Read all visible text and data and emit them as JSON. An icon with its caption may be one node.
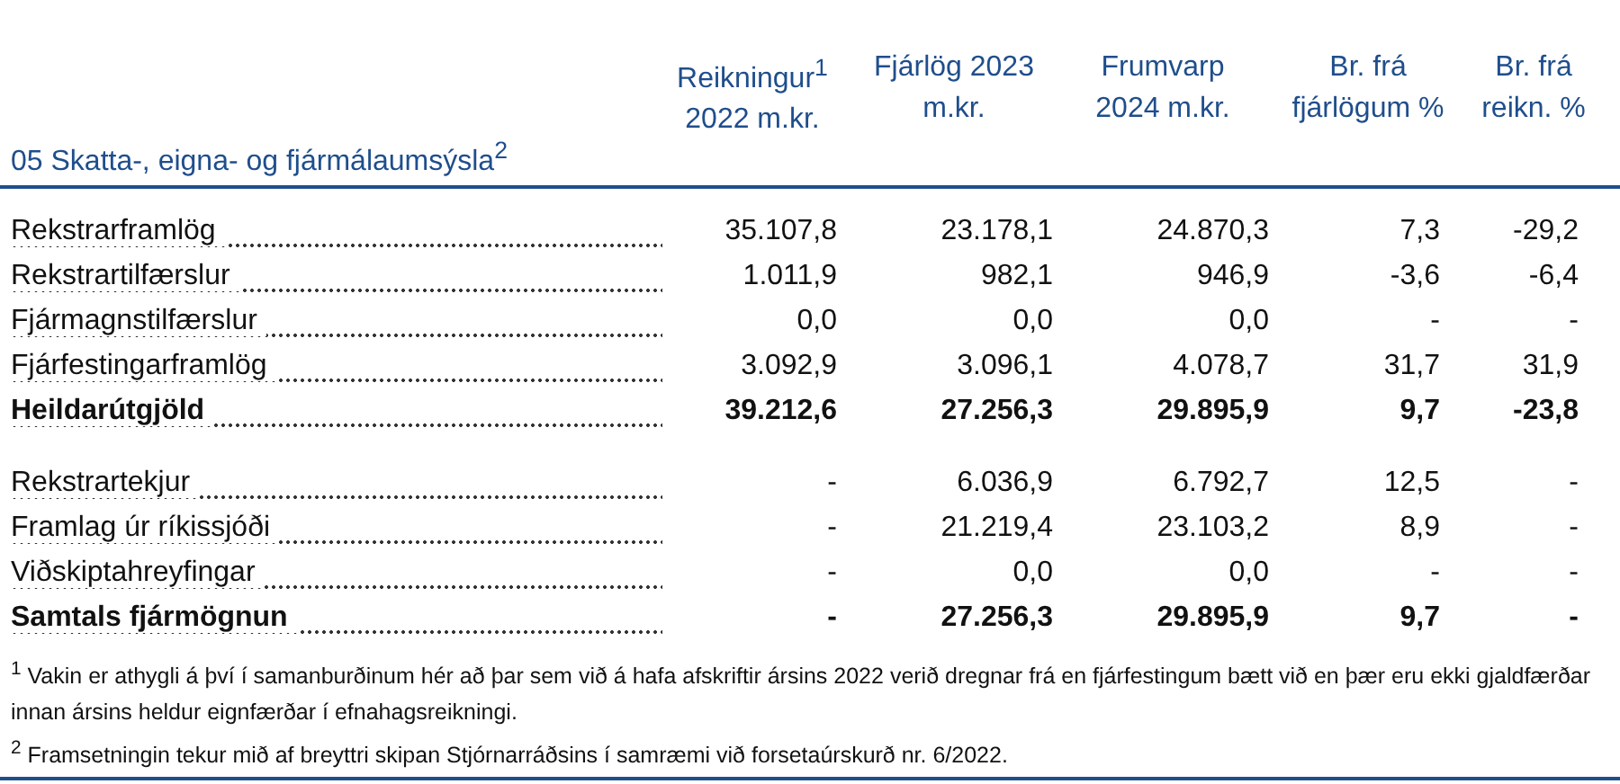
{
  "diagram": {
    "labels": [
      "05 Skatta-, eigna- og fjármálaumsýsla$^{2}$",
      "Reikningur$^{1}$ 2022 m.kr.",
      "Fjárlög 2023 m.kr.",
      "Frumvarp 2024 m.kr.",
      "Br. frá fjárlögum %",
      "Br. frá reikn. %",
      "Rekstrarframlög",
      "35.107,8",
      "23.178,1",
      "24.870,3",
      "7,3",
      "-29,2",
      "Rekstrartilfærslur",
      "1.011,9",
      "982,1",
      "946,9",
      "-3,6",
      "-6,4",
      "Fjármagnstilfærslur",
      "0,0",
      "0,0",
      "0,0",
      "-",
      "-",
      "Fjárfestingarframlög",
      "3.092,9",
      "3.096,1",
      "4.078,7",
      "31,7",
      "31,9",
      "Heildarútgjöld",
      "39.212,6",
      "27.256,3",
      "29.895,9",
      "9,7",
      "-23,8",
      "Rekstrartekjur",
      "-",
      "6.036,9",
      "6.792,7",
      "12,5",
      "-",
      "Framlag úr ríkissjóði",
      "-",
      "21.219,4",
      "23.103,2",
      "8,9",
      "-",
      "Viðskiptahreyfingar",
      "-",
      "0,0",
      "0,0",
      "-",
      "-",
      "Samtals fjármögnun",
      "-",
      "27.256,3",
      "29.895,9",
      "9,7",
      "-",
      "$^{1}$ Vakin er athygli á því í samanburðinum hér að þar sem við á hafa afskriftir ársins 2022 verið dregnar frá en fjárfestingum bætt við en þær eru ekki gjaldfærðar innan ársins heldur eignfærðar í efnahagsreikningi.",
      "$^{2}$ Framsetningin tekur mið af breyttri skipan Stjórnarráðsins í samræmi við forsetaúrskurð nr. 6/2022."
    ]
  }
}
